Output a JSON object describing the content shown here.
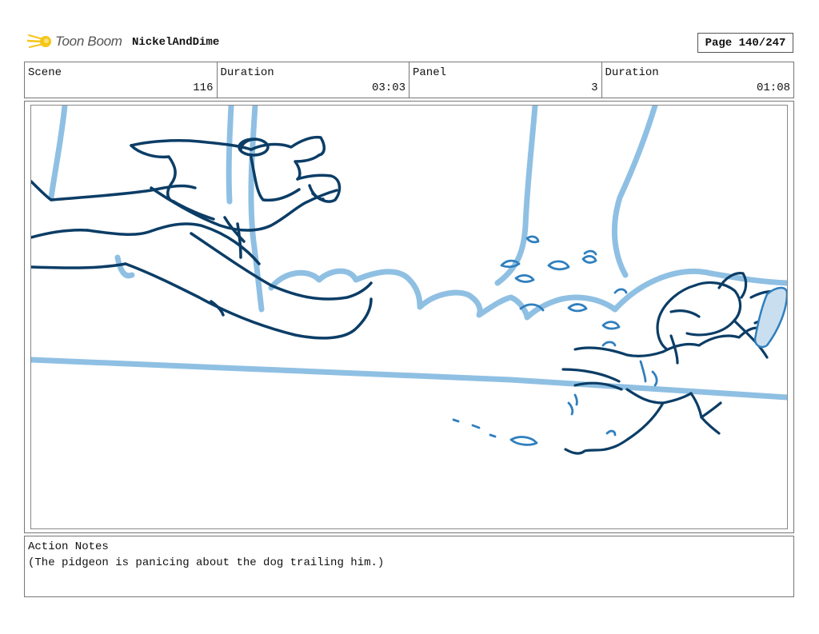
{
  "header": {
    "logo_text": "Toon Boom",
    "project_name": "NickelAndDime",
    "page_label": "Page 140/247"
  },
  "info": {
    "scene_label": "Scene",
    "scene_value": "116",
    "duration1_label": "Duration",
    "duration1_value": "03:03",
    "panel_label": "Panel",
    "panel_value": "3",
    "duration2_label": "Duration",
    "duration2_value": "01:08"
  },
  "notes": {
    "label": "Action Notes",
    "text": "(The pidgeon is panicing about the dog trailing him.)"
  },
  "colors": {
    "ink_dark": "#0b3d66",
    "ink_light": "#8fc0e3",
    "logo_yellow": "#f5c518"
  }
}
